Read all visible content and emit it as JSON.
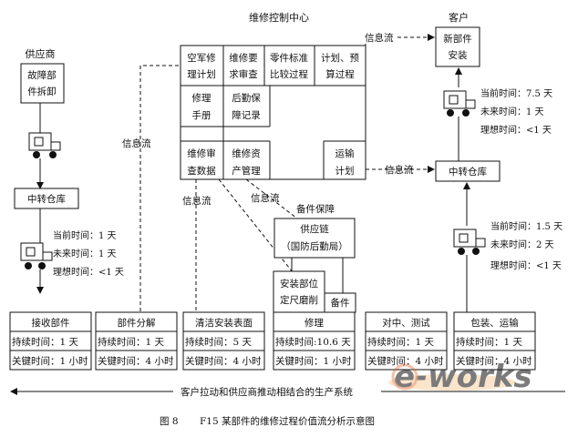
{
  "center": {
    "title": "维修控制中心",
    "cells": [
      [
        "空军修",
        "理计划"
      ],
      [
        "维修要",
        "求审查"
      ],
      [
        "零件标准",
        "比较过程"
      ],
      [
        "计划、预",
        "算过程"
      ],
      [
        "修理",
        "手册"
      ],
      [
        "后勤保",
        "障记录"
      ],
      [
        "维修审",
        "查数据"
      ],
      [
        "维修资",
        "产管理"
      ],
      [
        "运输",
        "计划"
      ]
    ]
  },
  "supplier": {
    "title": "供应商",
    "box": [
      "故障部",
      "件拆卸"
    ]
  },
  "customer": {
    "title": "客户",
    "box": [
      "新部件",
      "安装"
    ]
  },
  "warehouse_left": "中转仓库",
  "warehouse_right": "中转仓库",
  "times": {
    "top_right": [
      "当前时间：7.5 天",
      "未来时间：1 天",
      "理想时间：<1 天"
    ],
    "left": [
      "当前时间：1 天",
      "未来时间：1 天",
      "理想时间：<1 天"
    ],
    "mid_right": [
      "当前时间：1.5 天",
      "未来时间：2 天",
      "理想时间：<1 天"
    ]
  },
  "info_labels": {
    "top": "信息流",
    "left": "信息流",
    "right": "信息流",
    "mid1": "信息流",
    "mid2": "信息流"
  },
  "spares": {
    "title": "备件保障",
    "box": [
      "供应链",
      "（国防后勤局）"
    ],
    "install": [
      "安装部位",
      "定尺磨削"
    ],
    "parts": "备件"
  },
  "processes": [
    {
      "name": "接收部件",
      "duration": "持续时间：1 天",
      "critical": "关键时间：1 小时"
    },
    {
      "name": "部件分解",
      "duration": "持续时间：1 天",
      "critical": "关键时间：4 小时"
    },
    {
      "name": "清洁安装表面",
      "duration": "持续时间：5 天",
      "critical": "关键时间：4 小时"
    },
    {
      "name": "修理",
      "duration": "持续时间:10.6 天",
      "critical": "关键时间：1 小时"
    },
    {
      "name": "对中、测试",
      "duration": "持续时间：1 天",
      "critical": "关键时间：4 小时"
    },
    {
      "name": "包装、运输",
      "duration": "持续时间：1 天",
      "critical": "关键时间：4 小时"
    }
  ],
  "bottom_arrow_label": "客户拉动和供应商推动相结合的生产系统",
  "caption": {
    "fig": "图 8",
    "text": "F15  某部件的维修过程价值流分析示意图"
  },
  "watermark": "e-works"
}
